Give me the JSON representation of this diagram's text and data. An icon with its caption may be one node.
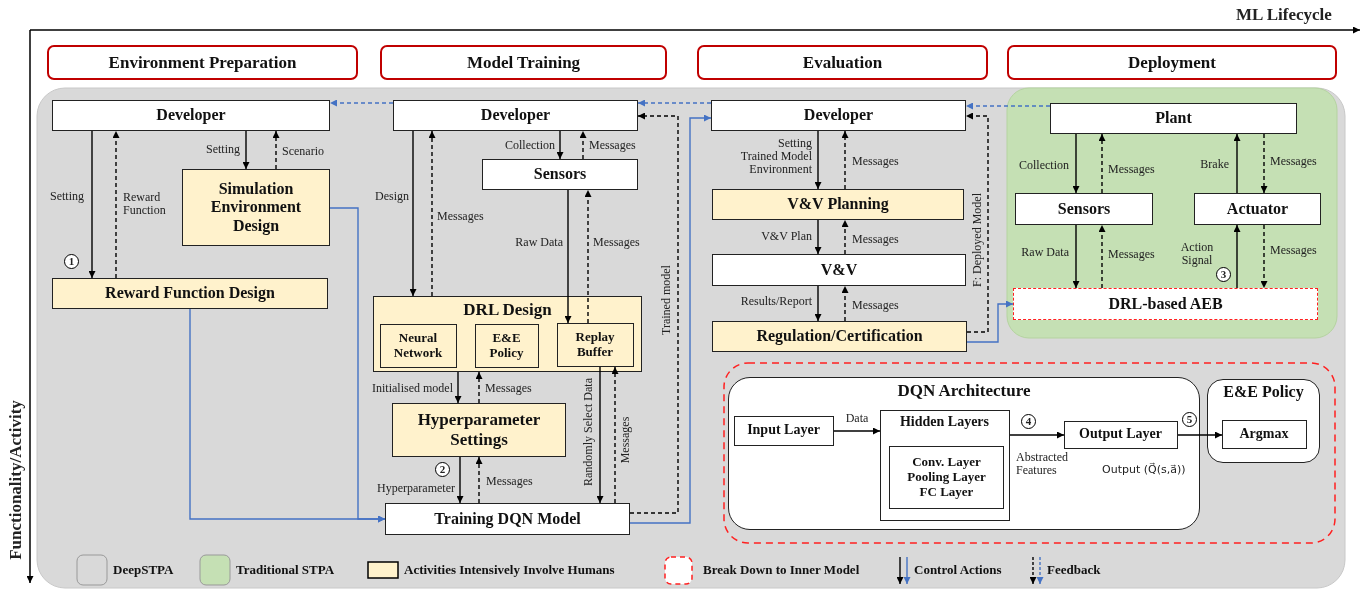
{
  "diagram": {
    "nodes": [
      {
        "text": [
          "Environment Preparation"
        ]
      },
      {
        "text": [
          "Model Training"
        ]
      },
      {
        "text": [
          "Evaluation"
        ]
      },
      {
        "text": [
          "Deployment"
        ]
      },
      {
        "text": [
          "Developer"
        ]
      },
      {
        "text": [
          "Simulation Environment Design"
        ]
      },
      {
        "text": [
          "Reward Function Design"
        ]
      },
      {
        "text": [
          "Developer"
        ]
      },
      {
        "text": [
          "Sensors"
        ]
      },
      {
        "text": [
          "DRL Design"
        ]
      },
      {
        "text": [
          "Neural Network"
        ],
        "in": 9
      },
      {
        "text": [
          "E&E Policy"
        ],
        "in": 9
      },
      {
        "text": [
          "Replay Buffer"
        ],
        "in": 9
      },
      {
        "text": [
          "Hyperparameter Settings"
        ]
      },
      {
        "text": [
          "Training DQN Model"
        ]
      },
      {
        "text": [
          "Developer"
        ]
      },
      {
        "text": [
          "V&V Planning"
        ]
      },
      {
        "text": [
          "V&V"
        ]
      },
      {
        "text": [
          "Regulation/Certification"
        ]
      },
      {
        "text": [
          "Plant"
        ]
      },
      {
        "text": [
          "Sensors"
        ]
      },
      {
        "text": [
          "Actuator"
        ]
      },
      {
        "text": [
          "DRL-based AEB"
        ]
      },
      {
        "text": [
          "DQN Architecture"
        ]
      },
      {
        "text": [
          "Input Layer"
        ],
        "in": 23
      },
      {
        "text": [
          "Hidden Layers"
        ],
        "in": 23
      },
      {
        "text": [
          "Conv. Layer Pooling Layer FC Layer"
        ],
        "in": 25
      },
      {
        "text": [
          "Output Layer"
        ],
        "in": 23
      },
      {
        "text": [
          "E&E Policy"
        ]
      },
      {
        "text": [
          "Argmax"
        ],
        "in": 28
      }
    ],
    "edges": [
      {
        "from": 7,
        "to": 4,
        "arrow": "to",
        "style": "dashed",
        "color": "#4472c4"
      },
      {
        "from": 15,
        "to": 7,
        "arrow": "to",
        "style": "dashed",
        "color": "#4472c4"
      },
      {
        "from": 19,
        "to": 15,
        "arrow": "to",
        "style": "dashed",
        "color": "#4472c4"
      },
      {
        "from": 4,
        "to": 6,
        "arrow": "to",
        "label": "Setting"
      },
      {
        "from": 6,
        "to": 4,
        "arrow": "to",
        "label": "Reward Function",
        "style": "dashed"
      },
      {
        "from": 4,
        "to": 5,
        "arrow": "to",
        "label": "Setting"
      },
      {
        "from": 5,
        "to": 4,
        "arrow": "to",
        "label": "Scenario",
        "style": "dashed"
      },
      {
        "from": 5,
        "to": 14,
        "arrow": "to",
        "color": "#4472c4"
      },
      {
        "from": 6,
        "to": 14,
        "arrow": "to",
        "color": "#4472c4"
      },
      {
        "from": 7,
        "to": 9,
        "arrow": "to",
        "label": "Design"
      },
      {
        "from": 9,
        "to": 7,
        "arrow": "to",
        "label": "Messages",
        "style": "dashed"
      },
      {
        "from": 7,
        "to": 8,
        "arrow": "to",
        "label": "Collection"
      },
      {
        "from": 8,
        "to": 7,
        "arrow": "to",
        "label": "Messages",
        "style": "dashed"
      },
      {
        "from": 8,
        "to": 12,
        "arrow": "to",
        "label": "Raw Data"
      },
      {
        "from": 12,
        "to": 8,
        "arrow": "to",
        "label": "Messages",
        "style": "dashed"
      },
      {
        "from": 9,
        "to": 13,
        "arrow": "to",
        "label": "Initialised model"
      },
      {
        "from": 13,
        "to": 9,
        "arrow": "to",
        "label": "Messages",
        "style": "dashed"
      },
      {
        "from": 13,
        "to": 14,
        "arrow": "to",
        "label": "Hyperparameter"
      },
      {
        "from": 14,
        "to": 13,
        "arrow": "to",
        "label": "Messages",
        "style": "dashed"
      },
      {
        "from": 12,
        "to": 14,
        "arrow": "to",
        "label": "Randomly Select Data"
      },
      {
        "from": 14,
        "to": 12,
        "arrow": "to",
        "label": "Messages",
        "style": "dashed"
      },
      {
        "from": 14,
        "to": 7,
        "arrow": "to",
        "label": "Trained model",
        "style": "dashed"
      },
      {
        "from": 14,
        "to": 15,
        "arrow": "to",
        "color": "#4472c4"
      },
      {
        "from": 15,
        "to": 16,
        "arrow": "to",
        "label": "Setting Trained Model Environment"
      },
      {
        "from": 16,
        "to": 15,
        "arrow": "to",
        "label": "Messages",
        "style": "dashed"
      },
      {
        "from": 16,
        "to": 17,
        "arrow": "to",
        "label": "V&V Plan"
      },
      {
        "from": 17,
        "to": 16,
        "arrow": "to",
        "label": "Messages",
        "style": "dashed"
      },
      {
        "from": 17,
        "to": 18,
        "arrow": "to",
        "label": "Results/Report"
      },
      {
        "from": 18,
        "to": 17,
        "arrow": "to",
        "label": "Messages",
        "style": "dashed"
      },
      {
        "from": 18,
        "to": 15,
        "arrow": "to",
        "label": "F: Deployed Model",
        "style": "dashed"
      },
      {
        "from": 18,
        "to": 22,
        "arrow": "to",
        "color": "#4472c4"
      },
      {
        "from": 19,
        "to": 20,
        "arrow": "to",
        "label": "Collection"
      },
      {
        "from": 20,
        "to": 19,
        "arrow": "to",
        "label": "Messages",
        "style": "dashed"
      },
      {
        "from": 21,
        "to": 19,
        "arrow": "to",
        "label": "Brake"
      },
      {
        "from": 19,
        "to": 21,
        "arrow": "to",
        "label": "Messages",
        "style": "dashed"
      },
      {
        "from": 20,
        "to": 22,
        "arrow": "to",
        "label": "Raw Data"
      },
      {
        "from": 22,
        "to": 20,
        "arrow": "to",
        "label": "Messages",
        "style": "dashed"
      },
      {
        "from": 22,
        "to": 21,
        "arrow": "to",
        "label": "Action Signal"
      },
      {
        "from": 21,
        "to": 22,
        "arrow": "to",
        "label": "Messages",
        "style": "dashed"
      },
      {
        "from": 24,
        "to": 25,
        "arrow": "to",
        "label": "Data"
      },
      {
        "from": 25,
        "to": 27,
        "arrow": "to",
        "label": "Abstracted Features"
      },
      {
        "from": 27,
        "to": 29,
        "arrow": "to",
        "label": "Output (Q⃗(s,a⃗))"
      }
    ],
    "labels": [
      "ML Lifecycle",
      "Functionality/Activity",
      "1",
      "2",
      "3",
      "4",
      "5"
    ],
    "legend": [
      {
        "text": "DeepSTPA",
        "color": "#d9d9d9"
      },
      {
        "text": "Traditional STPA",
        "color": "#c5e0b4"
      },
      {
        "text": "Activities Intensively Involve Humans",
        "color": "#fff2cc"
      },
      {
        "text": "Break Down to Inner Model"
      },
      {
        "text": "Control Actions"
      },
      {
        "text": "Feedback"
      }
    ]
  }
}
